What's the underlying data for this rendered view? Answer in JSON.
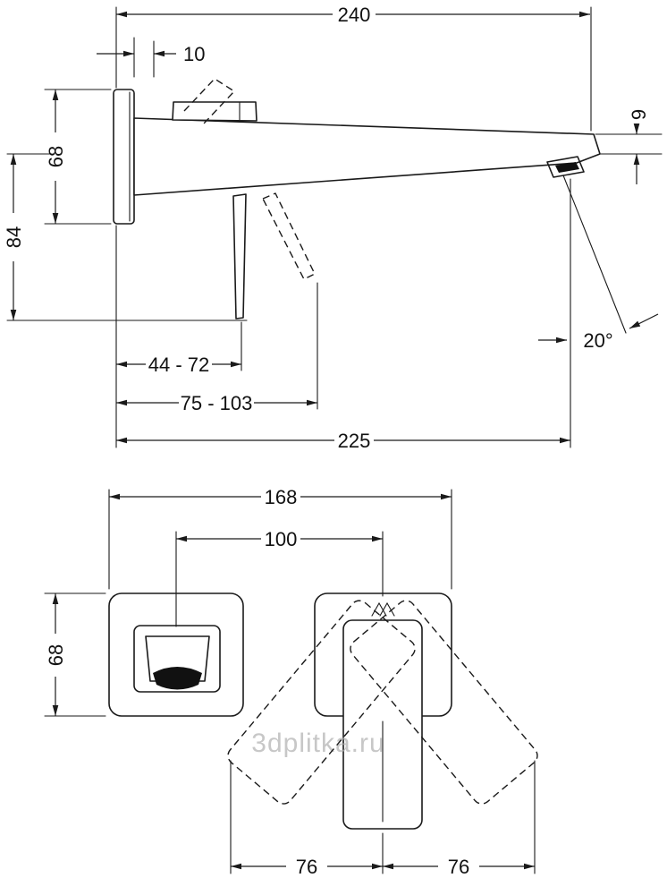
{
  "watermark": "3dplitka.ru",
  "colors": {
    "line": "#1a1a1a",
    "watermark": "#b0b0b0",
    "background": "#ffffff",
    "outlet_fill": "#111111"
  },
  "side_view": {
    "dim_240": "240",
    "dim_10": "10",
    "dim_9": "9",
    "dim_68": "68",
    "dim_84": "84",
    "dim_44_72": "44 - 72",
    "dim_75_103": "75 - 103",
    "dim_225": "225",
    "dim_20deg": "20°"
  },
  "front_view": {
    "dim_168": "168",
    "dim_100": "100",
    "dim_68": "68",
    "dim_76_left": "76",
    "dim_76_right": "76"
  }
}
